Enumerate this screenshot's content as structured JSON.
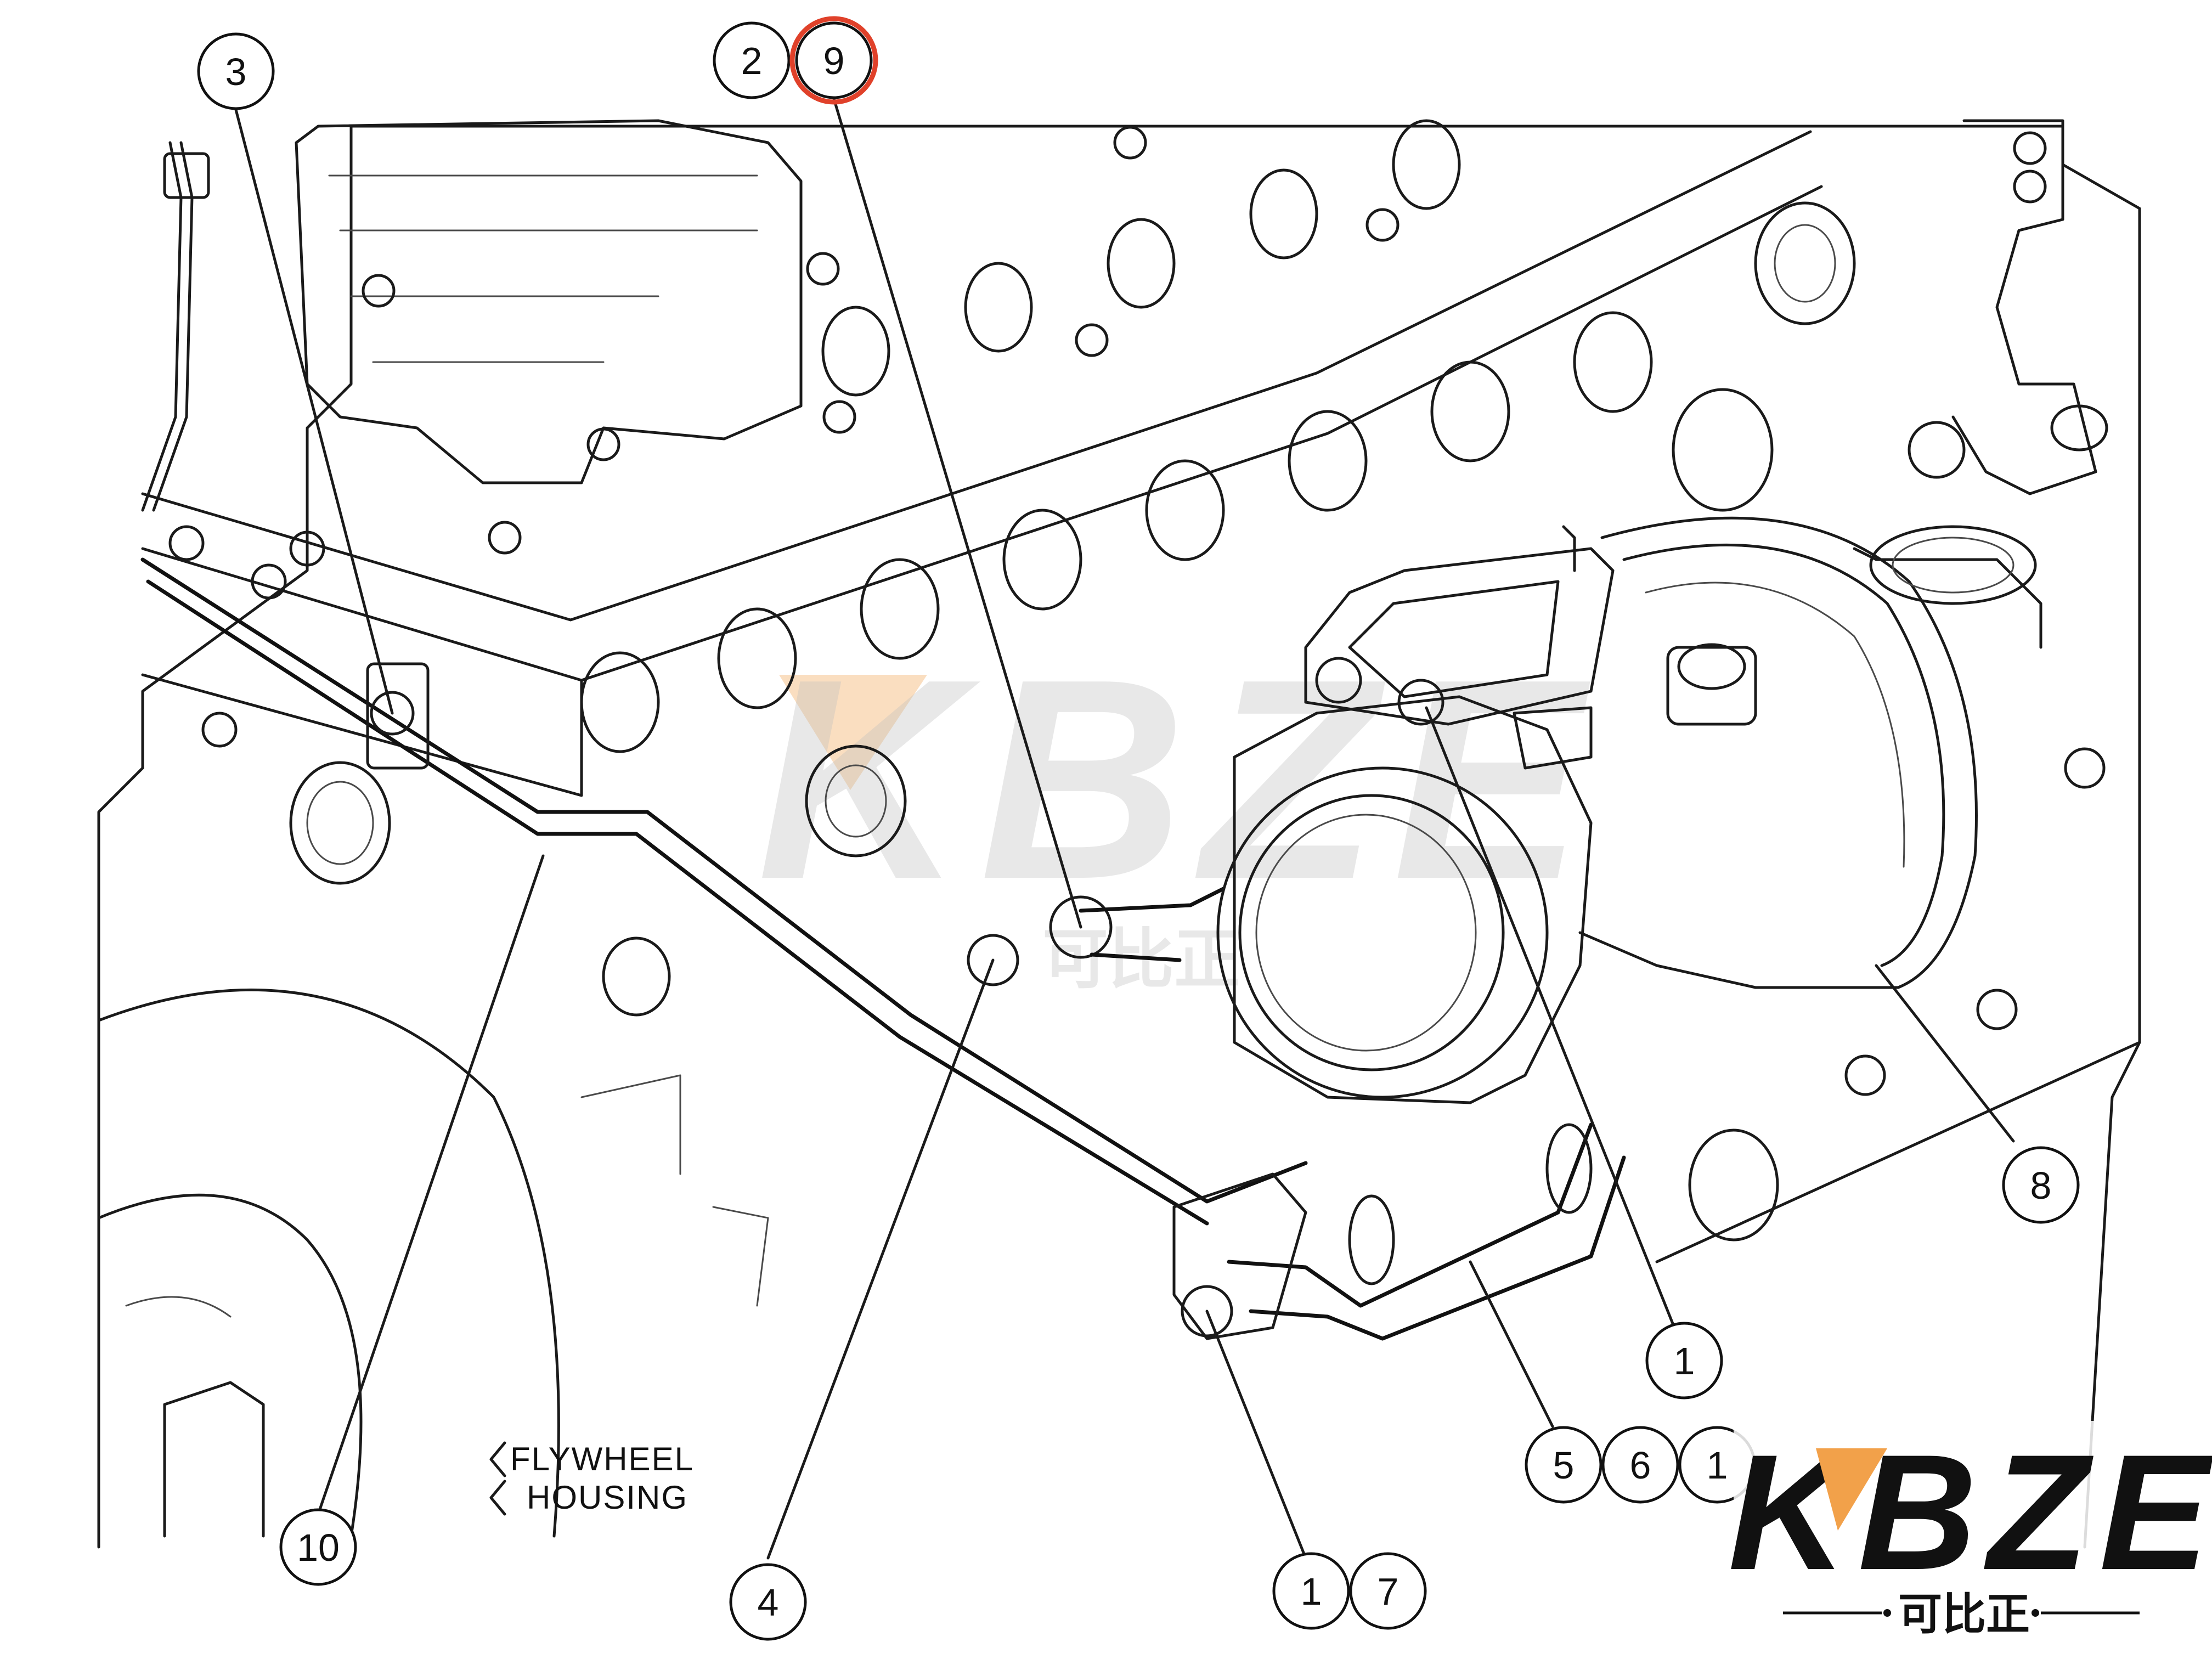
{
  "labels": {
    "flywheel_line1": "FLYWHEEL",
    "flywheel_line2": "HOUSING"
  },
  "callouts": [
    {
      "id": "c3",
      "text": "3"
    },
    {
      "id": "c2",
      "text": "2"
    },
    {
      "id": "c9",
      "text": "9",
      "highlight": true
    },
    {
      "id": "c10",
      "text": "10"
    },
    {
      "id": "c4",
      "text": "4"
    },
    {
      "id": "c1a",
      "text": "1"
    },
    {
      "id": "c7",
      "text": "7"
    },
    {
      "id": "c1b",
      "text": "1"
    },
    {
      "id": "c5",
      "text": "5"
    },
    {
      "id": "c6",
      "text": "6"
    },
    {
      "id": "c1c",
      "text": "1"
    },
    {
      "id": "c8",
      "text": "8"
    }
  ],
  "brand": {
    "logo": "KBZE",
    "subtitle": "可比正"
  },
  "watermark": {
    "logo": "KBZE",
    "subtitle": "可比正"
  },
  "colors": {
    "line": "#1a1a1a",
    "highlight_ring": "#e0412a",
    "watermark": "#bfbfbf",
    "accent_orange": "#f2a14a"
  }
}
